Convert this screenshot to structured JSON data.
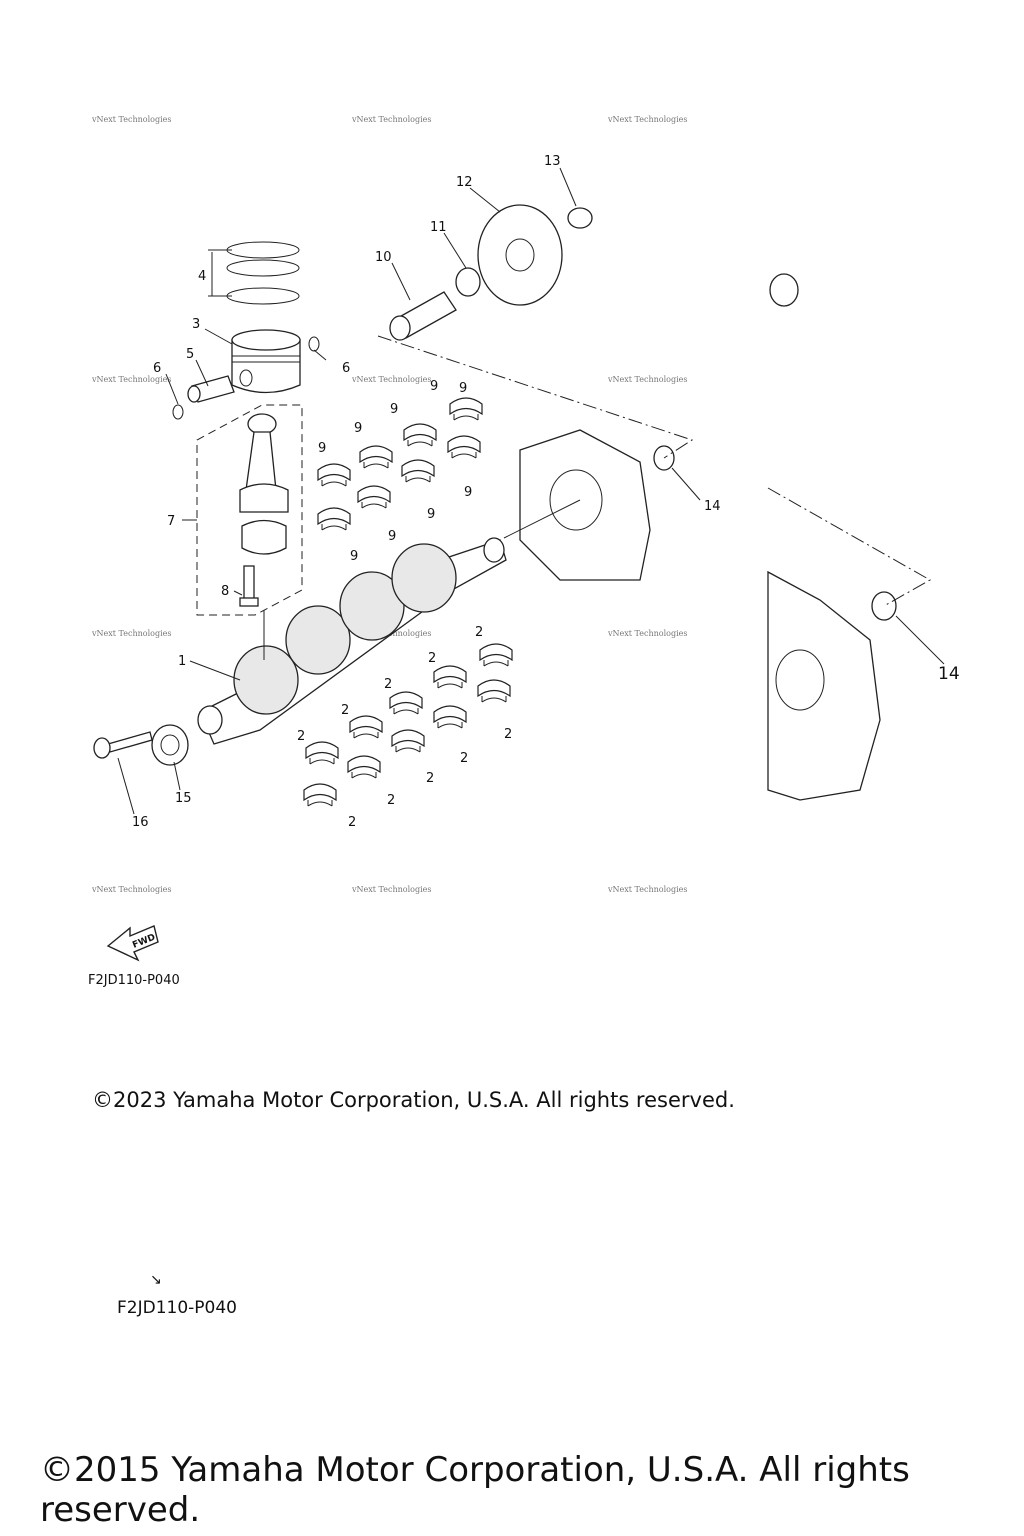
{
  "diagram": {
    "callouts": {
      "n1": "1",
      "n2": "2",
      "n3": "3",
      "n4": "4",
      "n5": "5",
      "n6": "6",
      "n7": "7",
      "n8": "8",
      "n9": "9",
      "n10": "10",
      "n11": "11",
      "n12": "12",
      "n13": "13",
      "n14": "14",
      "n15": "15",
      "n16": "16"
    },
    "watermark": "vNext Technologies",
    "fwd_label": "FWD",
    "drawing_code": "F2JD110-P040",
    "copyright": "©2023 Yamaha Motor Corporation, U.S.A. All rights reserved."
  },
  "legacy": {
    "drawing_code": "F2JD110-P040",
    "copyright": "©2015 Yamaha Motor Corporation, U.S.A. All rights reserved.",
    "stray_mark": "↘"
  }
}
